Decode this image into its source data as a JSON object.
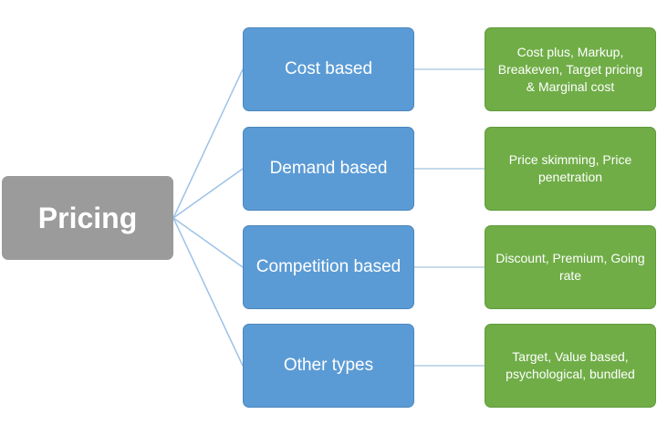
{
  "root": {
    "label": "Pricing"
  },
  "categories": [
    {
      "label": "Cost based",
      "detail": "Cost plus, Markup, Breakeven,  Target pricing & Marginal cost"
    },
    {
      "label": "Demand based",
      "detail": "Price skimming, Price penetration"
    },
    {
      "label": "Competition based",
      "detail": "Discount, Premium, Going rate"
    },
    {
      "label": "Other types",
      "detail": "Target, Value based, psychological, bundled"
    }
  ],
  "colors": {
    "root": "#9b9b9b",
    "category": "#5b9bd5",
    "detail": "#70ad47",
    "connector": "#9dc3e6"
  }
}
